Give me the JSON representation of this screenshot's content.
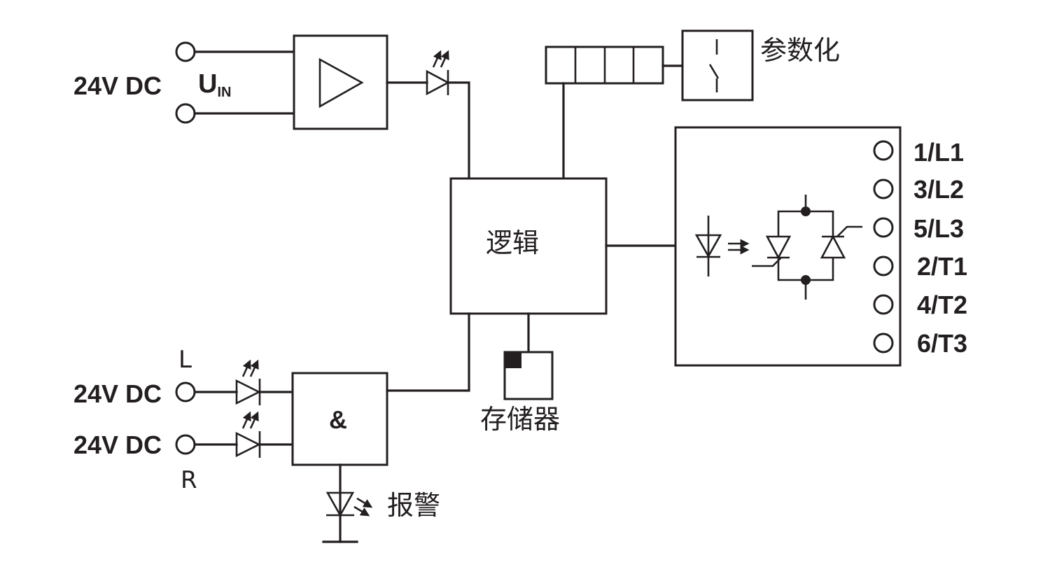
{
  "input_block": {
    "voltage_label": "24V DC",
    "uin_main": "U",
    "uin_sub": "IN"
  },
  "parameterization": {
    "label": "参数化"
  },
  "logic": {
    "label": "逻辑"
  },
  "memory": {
    "label": "存储器"
  },
  "and_gate": {
    "label": "&"
  },
  "alarm": {
    "label": "报警"
  },
  "left_supply": {
    "top_voltage": "24V DC",
    "top_side": "L",
    "bottom_voltage": "24V DC",
    "bottom_side": "R"
  },
  "output_terminals": [
    "1/L1",
    "3/L2",
    "5/L3",
    "2/T1",
    "4/T2",
    "6/T3"
  ]
}
